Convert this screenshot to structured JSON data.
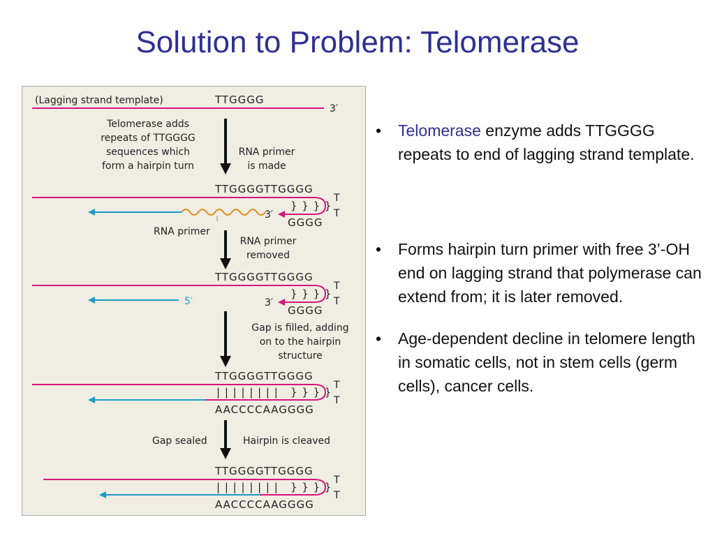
{
  "slide": {
    "title": "Solution to Problem: Telomerase"
  },
  "figure": {
    "template_label": "(Lagging strand template)",
    "top_seq": "TTGGGG",
    "three_prime": "3′",
    "five_prime": "5′",
    "step1_left": [
      "Telomerase adds",
      "repeats of TTGGGG",
      "sequences which",
      "form a hairpin turn"
    ],
    "step1_right": [
      "RNA primer",
      "is made"
    ],
    "seq_long": "TTGGGGTTGGGG",
    "hairpin_bonds": "} } } }",
    "paired_bonds": "| | | | | | | |",
    "paired_bonds_sealed": "| | | | | | | |",
    "hairpin_T": "T",
    "gggg": "GGGG",
    "rna_primer_label": "RNA primer",
    "step2_right": [
      "RNA primer",
      "removed"
    ],
    "step3": [
      "Gap is filled, adding",
      "on to the hairpin",
      "structure"
    ],
    "complement_seq": "AACCCCAAGGGG",
    "step4_left": "Gap sealed",
    "step4_right": "Hairpin is cleaved"
  },
  "bullets": [
    {
      "highlight": "Telomerase",
      "text": " enzyme adds TTGGGG repeats to end of lagging strand template."
    },
    {
      "highlight": "",
      "text": "Forms hairpin turn primer with free 3’-OH end on lagging strand that polymerase can extend from; it is later removed."
    },
    {
      "highlight": "",
      "text": "Age-dependent decline in telomere length in somatic cells, not in stem cells (germ cells), cancer cells."
    }
  ],
  "bullet_symbol": "•",
  "colors": {
    "title": "#2e3092",
    "highlight": "#2e3092",
    "template_strand": "#d6157f",
    "new_strand": "#1e9bc2",
    "rna_primer": "#e08a1e",
    "panel_bg": "#f0ede3"
  }
}
